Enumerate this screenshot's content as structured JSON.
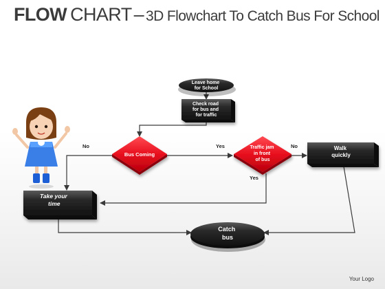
{
  "title": {
    "bold": "FLOW",
    "regular": "CHART",
    "dash": "–",
    "subtitle": "3D Flowchart To Catch Bus For School"
  },
  "nodes": {
    "start": [
      "Leave home",
      "for School"
    ],
    "check": [
      "Check  road",
      "for bus and",
      "for traffic"
    ],
    "bus_coming": [
      "Bus Coming"
    ],
    "traffic": [
      "Traffic jam",
      "in front",
      "of bus"
    ],
    "walk": [
      "Walk",
      "quickly"
    ],
    "take_time": [
      "Take your",
      "time"
    ],
    "catch": [
      "Catch",
      "bus"
    ]
  },
  "edge_labels": {
    "no_left": "No",
    "yes_mid": "Yes",
    "no_right": "No",
    "yes_down": "Yes"
  },
  "colors": {
    "box": "#1c1c1c",
    "diamond": "#e8101e",
    "line": "#3a3a3a",
    "title": "#3b3b3b"
  },
  "icons": {
    "girl": "girl-student-illustration"
  },
  "footer": {
    "logo": "Your Logo"
  }
}
